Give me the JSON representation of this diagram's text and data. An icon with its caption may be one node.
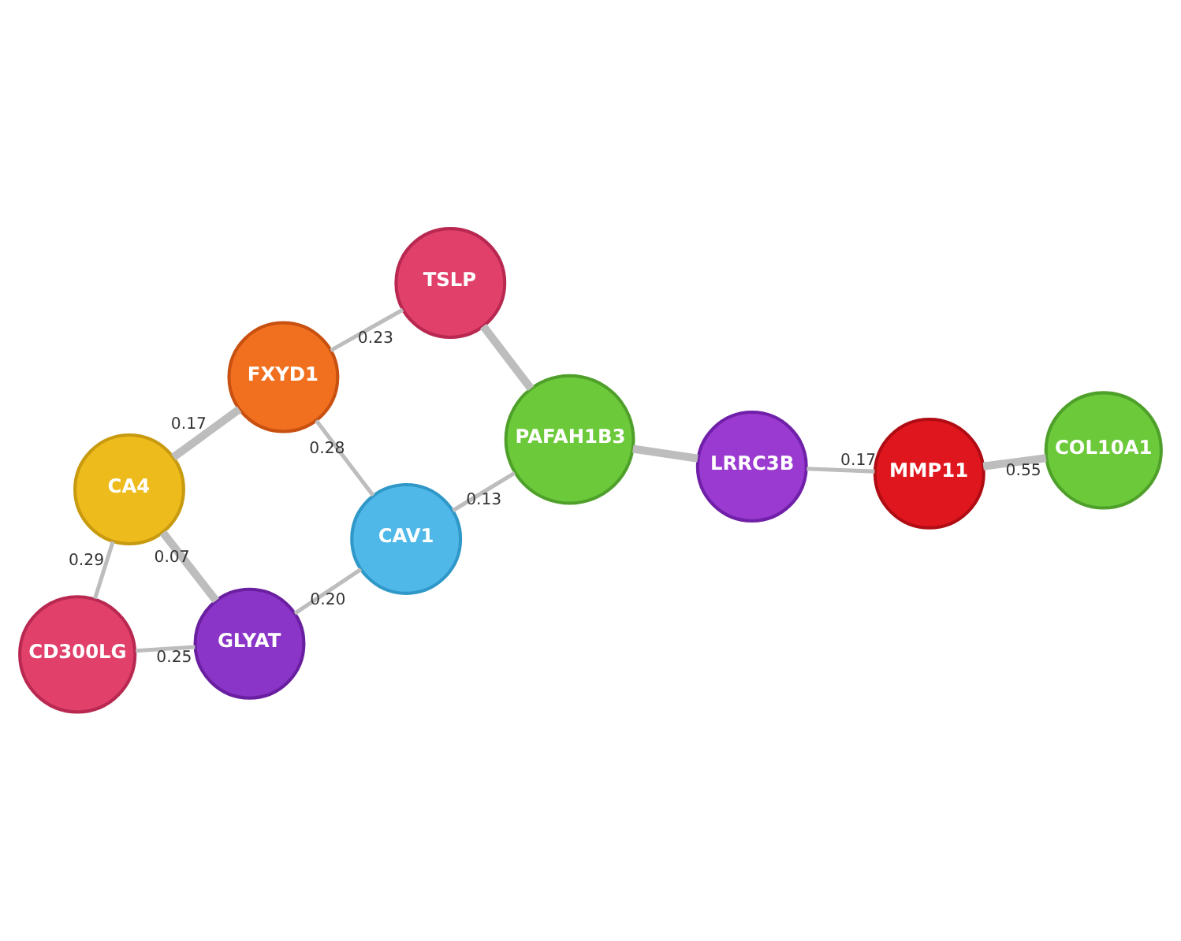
{
  "diagram": {
    "nodes": [
      {
        "text": [
          "GLYAT"
        ]
      },
      {
        "text": [
          "COL10A1"
        ]
      },
      {
        "text": [
          "CAV1"
        ]
      },
      {
        "text": [
          "CA4"
        ]
      },
      {
        "text": [
          "MMP11"
        ]
      },
      {
        "text": [
          "FXYD1"
        ]
      },
      {
        "text": [
          "CD300LG"
        ]
      },
      {
        "text": [
          "LRRC3B"
        ]
      },
      {
        "text": [
          "PAFAH1B3"
        ]
      },
      {
        "text": [
          "TSLP"
        ]
      }
    ],
    "edges": [
      {
        "from": 0,
        "to": 3,
        "arrow": "none",
        "label": "0.07",
        "style": "thick"
      },
      {
        "from": 0,
        "to": 2,
        "arrow": "none",
        "label": "0.20"
      },
      {
        "from": 0,
        "to": 6,
        "arrow": "none",
        "label": "0.25"
      },
      {
        "from": 1,
        "to": 4,
        "arrow": "none",
        "label": "0.55",
        "style": "thick"
      },
      {
        "from": 3,
        "to": 5,
        "arrow": "none",
        "label": "0.17",
        "style": "thick"
      },
      {
        "from": 3,
        "to": 6,
        "arrow": "none",
        "label": "0.29"
      },
      {
        "from": 5,
        "to": 2,
        "arrow": "none",
        "label": "0.28"
      },
      {
        "from": 5,
        "to": 9,
        "arrow": "none",
        "label": "0.23"
      },
      {
        "from": 2,
        "to": 8,
        "arrow": "none",
        "label": "0.13"
      },
      {
        "from": 4,
        "to": 7,
        "arrow": "none",
        "label": "0.17"
      },
      {
        "from": 7,
        "to": 8,
        "arrow": "none",
        "style": "thick"
      },
      {
        "from": 8,
        "to": 9,
        "arrow": "none",
        "style": "thick"
      }
    ]
  }
}
